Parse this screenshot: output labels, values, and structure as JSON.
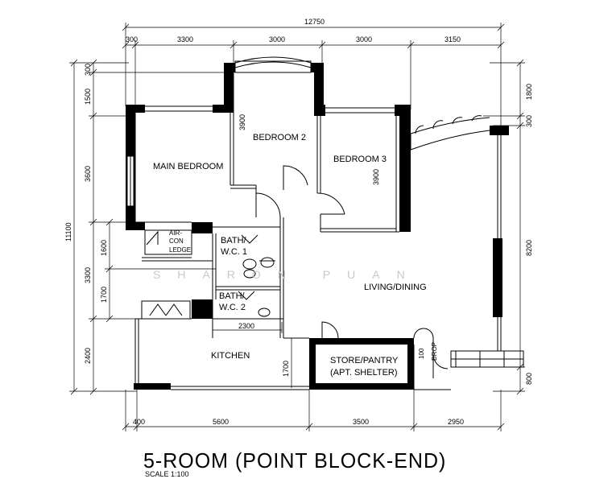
{
  "title": "5-ROOM (POINT BLOCK-END)",
  "scale": "SCALE  1:100",
  "watermark": "SHARON PUAN",
  "rooms": {
    "main_bedroom": "MAIN BEDROOM",
    "bedroom2": "BEDROOM 2",
    "bedroom3": "BEDROOM 3",
    "aircon_1": "AIR-",
    "aircon_2": "CON",
    "aircon_3": "LEDGE",
    "bath1_1": "BATH/",
    "bath1_2": "W.C. 1",
    "bath2_1": "BATH/",
    "bath2_2": "W.C. 2",
    "living": "LIVING/DINING",
    "kitchen": "KITCHEN",
    "store_1": "STORE/PANTRY",
    "store_2": "(APT. SHELTER)",
    "drop_1": "100",
    "drop_2": "DROP"
  },
  "dimensions": {
    "overall_top": "12750",
    "top": [
      "300",
      "3300",
      "3000",
      "3000",
      "3150"
    ],
    "bottom": [
      "400",
      "5600",
      "3500",
      "2950"
    ],
    "left_overall": "11100",
    "left": [
      "300",
      "1500",
      "3600",
      "1600",
      "1700",
      "3300",
      "2400"
    ],
    "right": [
      "1800",
      "300",
      "8200",
      "800"
    ],
    "interior": {
      "bed2_h": "3900",
      "bed3_h": "3900",
      "bath_w": "2300",
      "kitchen_h": "1700"
    }
  }
}
